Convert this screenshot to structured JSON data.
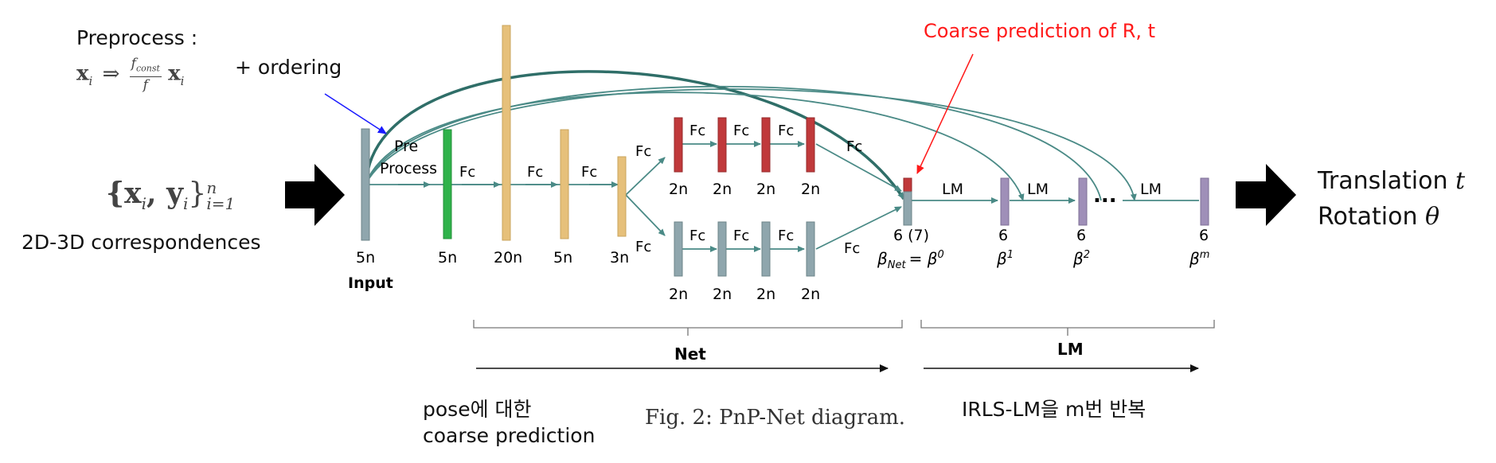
{
  "annotations": {
    "preprocess_title": "Preprocess :",
    "preprocess_formula_lhs": "x",
    "preprocess_formula_sub": "i",
    "preprocess_arrow": "⇒",
    "preprocess_frac_num": "f",
    "preprocess_frac_num_sub": "const",
    "preprocess_frac_den": "f",
    "preprocess_formula_rhs": "x",
    "preprocess_formula_rhs_sub": "i",
    "preprocess_ordering": "+ ordering",
    "coarse_prediction": "Coarse prediction of R, t",
    "input_set_open": "{x",
    "input_set_sub_i": "i",
    "input_set_mid": ", y",
    "input_set_close": "}",
    "input_set_sup": "n",
    "input_set_sub": "i=1",
    "correspondences": "2D-3D correspondences",
    "output_translation": "Translation",
    "output_translation_sym": "t",
    "output_rotation": "Rotation",
    "output_rotation_sym": "θ",
    "pose_line1": "pose에 대한",
    "pose_line2": "coarse prediction",
    "irls": "IRLS-LM을 m번 반복",
    "caption": "Fig. 2: PnP-Net diagram."
  },
  "diagram": {
    "pre_label_1": "Pre",
    "pre_label_2": "Process",
    "fc": "Fc",
    "lm": "LM",
    "dots": "...",
    "input_dim": "5n",
    "input_label": "Input",
    "dims": [
      "5n",
      "20n",
      "5n",
      "3n"
    ],
    "branch_dim": "2n",
    "out_dim": "6 (7)",
    "beta_net": "β",
    "beta_net_sub": "Net",
    "beta_net_eq": "= β",
    "beta_net_sup": "0",
    "lm_dims": [
      "6",
      "6",
      "6"
    ],
    "lm_betas": [
      "β",
      "β",
      "β"
    ],
    "lm_beta_sups": [
      "1",
      "2",
      "m"
    ],
    "net_label": "Net",
    "lm_label": "LM"
  },
  "colors": {
    "line": "#4a8a86",
    "gray_bar": "#8fa6ad",
    "green_bar": "#2fb24a",
    "tan_bar": "#e6c07a",
    "red_bar": "#c0393b",
    "purple_bar": "#9f8fb8",
    "annotation_red": "#ff1a1a",
    "annotation_blue": "#1a1aff"
  }
}
